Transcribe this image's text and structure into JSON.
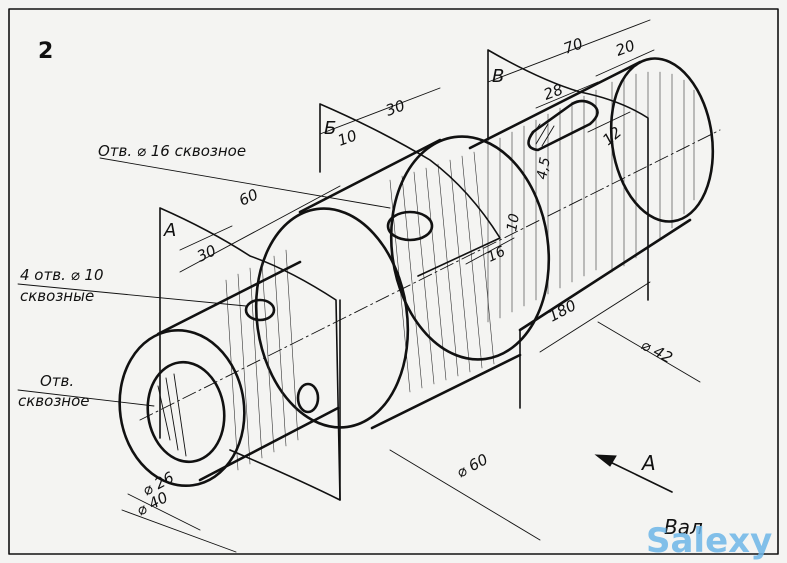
{
  "figure_number": "2",
  "part_name": "Вал",
  "plane_labels": {
    "a": "А",
    "b": "Б",
    "v": "В"
  },
  "view_direction": "А",
  "callouts": {
    "hole16": "Отв. ⌀ 16 сквозное",
    "holes10_line1": "4 отв. ⌀ 10",
    "holes10_line2": "сквозные",
    "bore_line1": "Отв.",
    "bore_line2": "сквозное"
  },
  "dimensions": {
    "d70": "70",
    "d20": "20",
    "d28": "28",
    "d12": "12",
    "d4_5": "4,5",
    "d30_top": "30",
    "d10_top": "10",
    "d60_left": "60",
    "d30_left": "30",
    "d10_mid": "10",
    "d16": "16",
    "d180": "180",
    "phi42": "⌀ 42",
    "phi60": "⌀ 60",
    "phi26": "⌀ 26",
    "phi40": "⌀ 40"
  },
  "watermark": "Salexy",
  "colors": {
    "ink": "#111111",
    "paper": "#f4f4f2",
    "watermark": "#6db6e8"
  }
}
